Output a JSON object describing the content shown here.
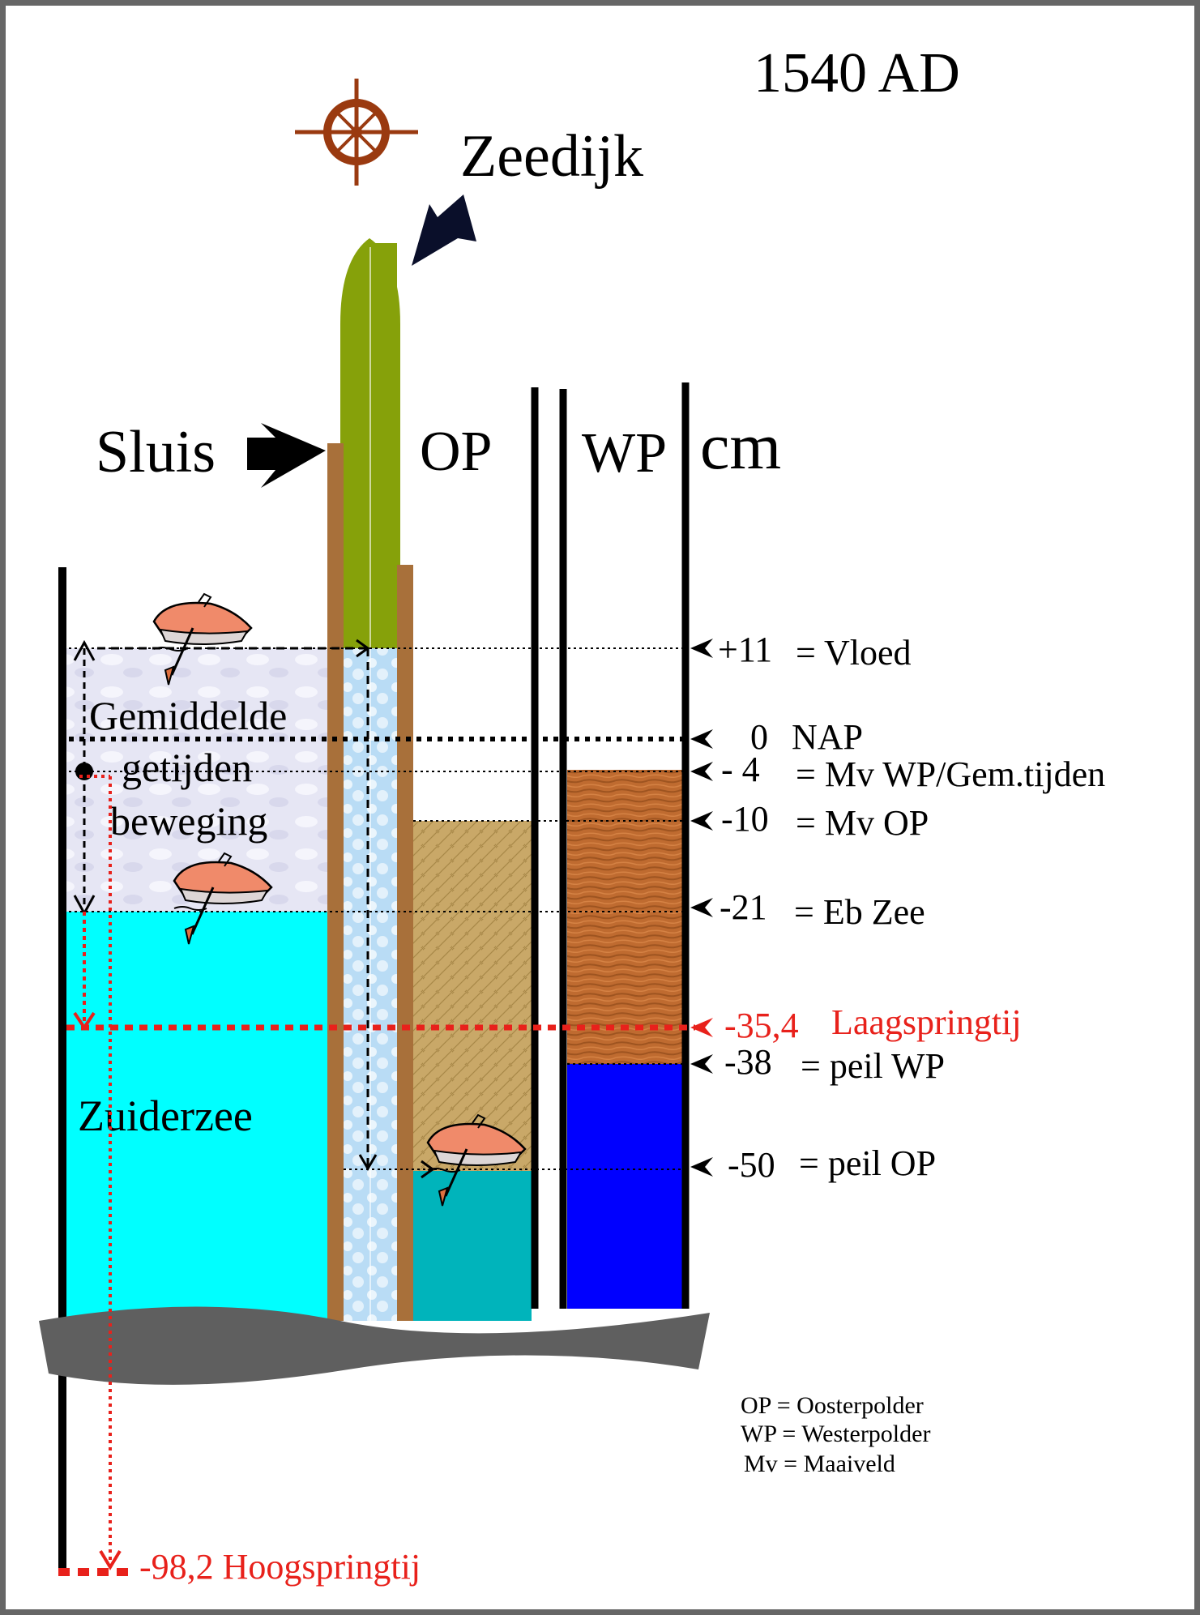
{
  "title": "1540 AD",
  "labels": {
    "zeedijk": "Zeedijk",
    "sluis": "Sluis",
    "op": "OP",
    "wp": "WP",
    "cm": "cm",
    "tide": [
      "Gemiddelde",
      "getijden",
      "beweging"
    ],
    "zuiderzee": "Zuiderzee"
  },
  "levels": [
    {
      "value": "+11",
      "desc": "= Vloed"
    },
    {
      "value": "0",
      "desc": "NAP"
    },
    {
      "value": "- 4",
      "desc": "= Mv WP/Gem.tijden"
    },
    {
      "value": "-10",
      "desc": "= Mv OP"
    },
    {
      "value": "-21",
      "desc": "=  Eb Zee"
    },
    {
      "value": "-35,4",
      "desc": "Laagspringtij"
    },
    {
      "value": "-38",
      "desc": "= peil WP"
    },
    {
      "value": "-50",
      "desc": "= peil OP"
    }
  ],
  "hoogspringtij": "-98,2 Hoogspringtij",
  "legend": [
    "OP = Oosterpolder",
    "WP = Westerpolder",
    "Mv = Maaiveld"
  ],
  "colors": {
    "sea": "#00ffff",
    "tide_zone": "#e6e6f4",
    "dike": "#86a10a",
    "post": "#a8703a",
    "op_soil": "#c9a868",
    "op_water": "#00b4bb",
    "wp_soil": "#bf6b30",
    "wp_water": "#0000ff",
    "ground": "#5f5f5f",
    "red": "#e8211b",
    "wheel": "#9a3a10"
  },
  "icons": [
    "ships-wheel-icon",
    "arrow-icon",
    "rowboat-icon"
  ]
}
